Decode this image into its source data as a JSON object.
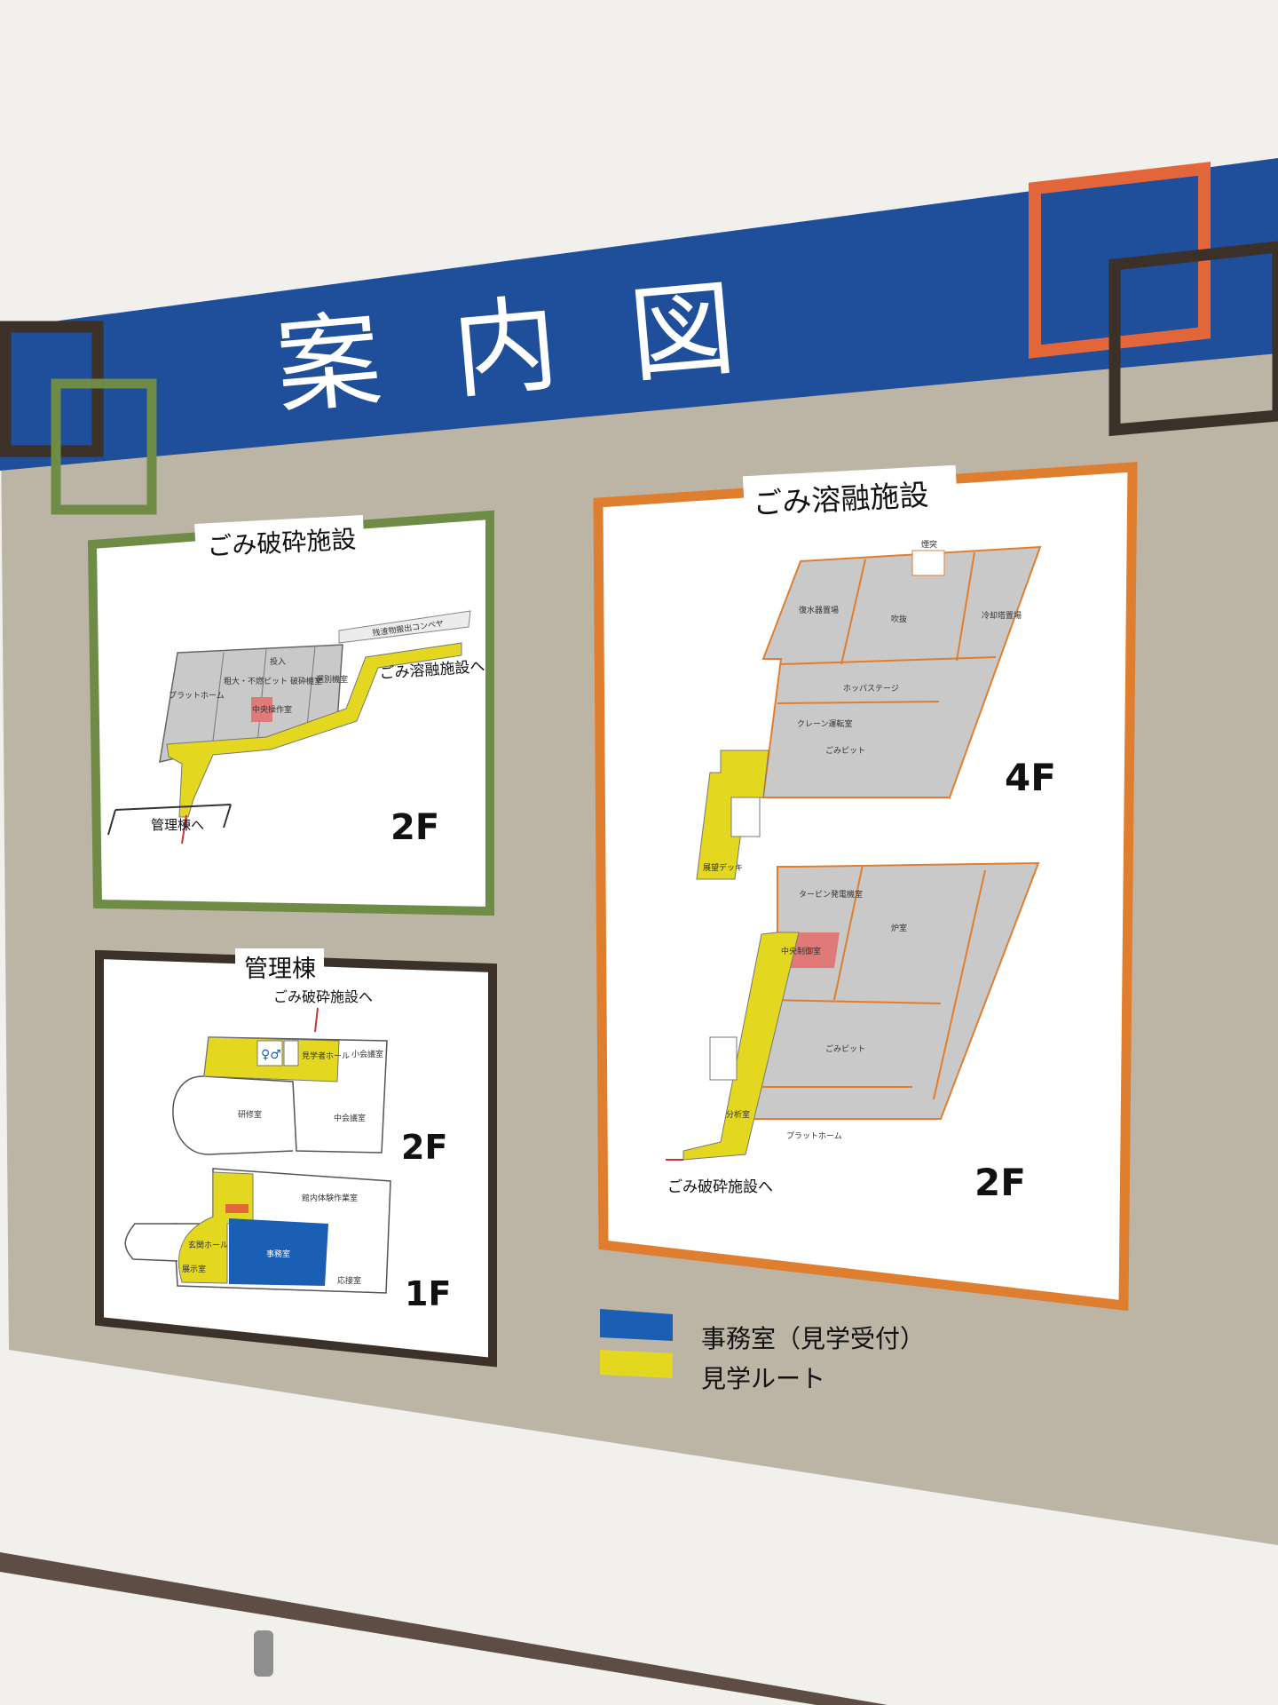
{
  "colors": {
    "banner_blue": "#1f4e9a",
    "board_beige": "#bcb5a6",
    "frame_green": "#6f8c47",
    "frame_dark": "#3b3129",
    "frame_orange": "#e07e2f",
    "accent_red_orange": "#e2663a",
    "route_yellow": "#e4d71f",
    "office_blue": "#1b5fb4",
    "control_red": "#e07a78",
    "room_gray": "#c9c9c9"
  },
  "header": {
    "title": "案内図"
  },
  "panels": {
    "crushing": {
      "title": "ごみ破砕施設",
      "floor": "2F",
      "arrow_to_melting": "ごみ溶融施設へ",
      "arrow_to_admin": "管理棟へ",
      "rooms": [
        "プラットホーム",
        "粗大・不燃ピット",
        "中央操作室",
        "破砕機室",
        "選別機室",
        "残渣物搬出コンベヤ",
        "投入"
      ]
    },
    "admin": {
      "title": "管理棟",
      "arrow_to_crushing": "ごみ破砕施設へ",
      "floor_upper": "2F",
      "floor_lower": "1F",
      "rooms_2f": [
        "見学者ホール",
        "小会議室",
        "研修室",
        "中会議室"
      ],
      "rooms_1f": [
        "事務室",
        "玄関ホール",
        "館内体験作業室",
        "応接室",
        "展示室"
      ]
    },
    "melting": {
      "title": "ごみ溶融施設",
      "floor_upper": "4F",
      "floor_lower": "2F",
      "arrow_to_crushing": "ごみ破砕施設へ",
      "rooms_4f": [
        "煙突",
        "復水器置場",
        "吹抜",
        "冷却塔置場",
        "ホッパステージ",
        "クレーン運転室",
        "ごみピット",
        "展望デッキ"
      ],
      "rooms_2f": [
        "タービン発電機室",
        "炉室",
        "中央制御室",
        "ごみピット",
        "分析室",
        "プラットホーム"
      ]
    }
  },
  "legend": [
    {
      "label": "事務室（見学受付）",
      "color": "#1b5fb4"
    },
    {
      "label": "見学ルート",
      "color": "#e4d71f"
    }
  ]
}
